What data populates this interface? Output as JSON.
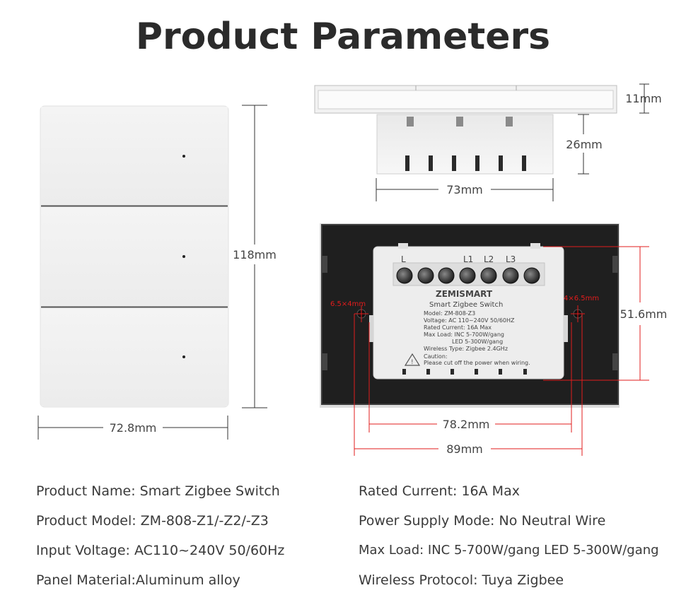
{
  "title": "Product Parameters",
  "front_view": {
    "height_label": "118mm",
    "width_label": "72.8mm"
  },
  "side_view": {
    "depth_panel_label": "11mm",
    "depth_box_label": "26mm",
    "width_label": "73mm"
  },
  "back_view": {
    "hole_spacing_label": "78.2mm",
    "overall_width_label": "89mm",
    "height_label": "51.6mm",
    "left_hole_label": "6.5×4mm",
    "right_hole_label": "4×6.5mm",
    "terminal_labels": [
      "L",
      "L1",
      "L2",
      "L3"
    ],
    "module_label": {
      "brand": "ZEMISMART",
      "name": "Smart Zigbee Switch",
      "lines": [
        "Model: ZM-808-Z3",
        "Voltage: AC 110~240V   50/60HZ",
        "Rated Current: 16A Max",
        "Max Load: INC 5-700W/gang",
        "LED 5-300W/gang",
        "Wireless Type: Zigbee 2.4GHz"
      ],
      "caution_title": "Caution:",
      "caution_text": "Please cut off the power when wiring."
    }
  },
  "specs": {
    "left": [
      "Product Name: Smart Zigbee Switch",
      "Product Model: ZM-808-Z1/-Z2/-Z3",
      "Input Voltage: AC110~240V 50/60Hz",
      "Panel Material:Aluminum alloy"
    ],
    "right": [
      "Rated Current: 16A Max",
      "Power Supply Mode: No Neutral Wire",
      "Max Load: INC 5-700W/gang   LED 5-300W/gang",
      "Wireless Protocol: Tuya Zigbee"
    ]
  }
}
